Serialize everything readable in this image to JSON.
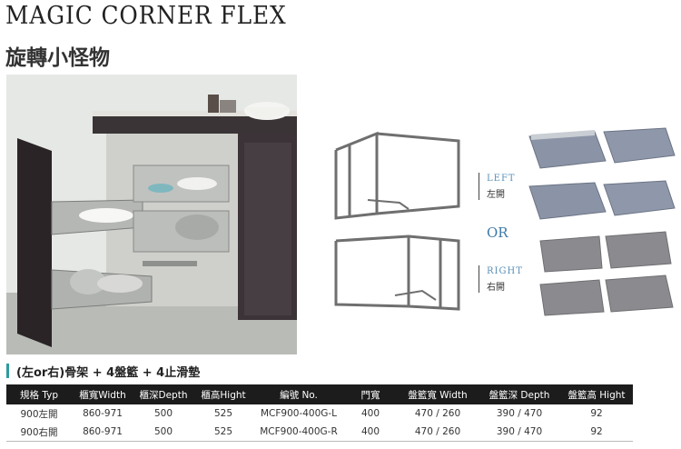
{
  "header": {
    "title": "MAGIC CORNER FLEX",
    "subtitle": "旋轉小怪物"
  },
  "diagram_labels": {
    "left_en": "LEFT",
    "left_zh": "左開",
    "or": "OR",
    "right_en": "RIGHT",
    "right_zh": "右開"
  },
  "caption": "(左or右)骨架 + 4盤籃 + 4止滑墊",
  "table": {
    "headers": [
      "規格 Typ",
      "櫃寬Width",
      "櫃深Depth",
      "櫃高Hight",
      "編號 No.",
      "門寬",
      "盤籃寬 Width",
      "盤籃深 Depth",
      "盤籃高 Hight"
    ],
    "rows": [
      [
        "900左開",
        "860-971",
        "500",
        "525",
        "MCF900-400G-L",
        "400",
        "470 / 260",
        "390 / 470",
        "92"
      ],
      [
        "900右開",
        "860-971",
        "500",
        "525",
        "MCF900-400G-R",
        "400",
        "470 / 260",
        "390 / 470",
        "92"
      ]
    ]
  },
  "colors": {
    "accent": "#2a9d9d",
    "table_header_bg": "#1c1c1c",
    "label_blue": "#5a8fb8"
  }
}
